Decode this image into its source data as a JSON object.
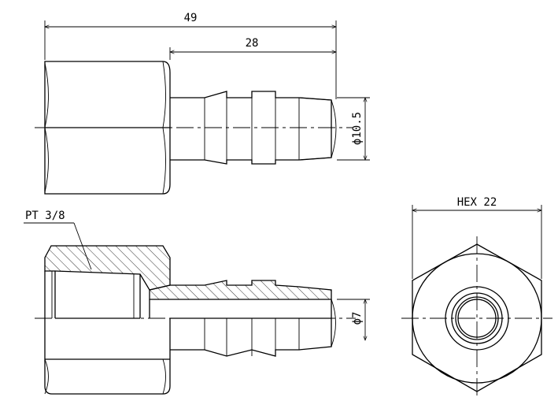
{
  "dimensions": {
    "overall_length": "49",
    "barb_length": "28",
    "barb_diameter": "ϕ10.5",
    "bore_diameter": "ϕ7",
    "thread": "PT 3/8",
    "hex_size": "HEX 22"
  }
}
